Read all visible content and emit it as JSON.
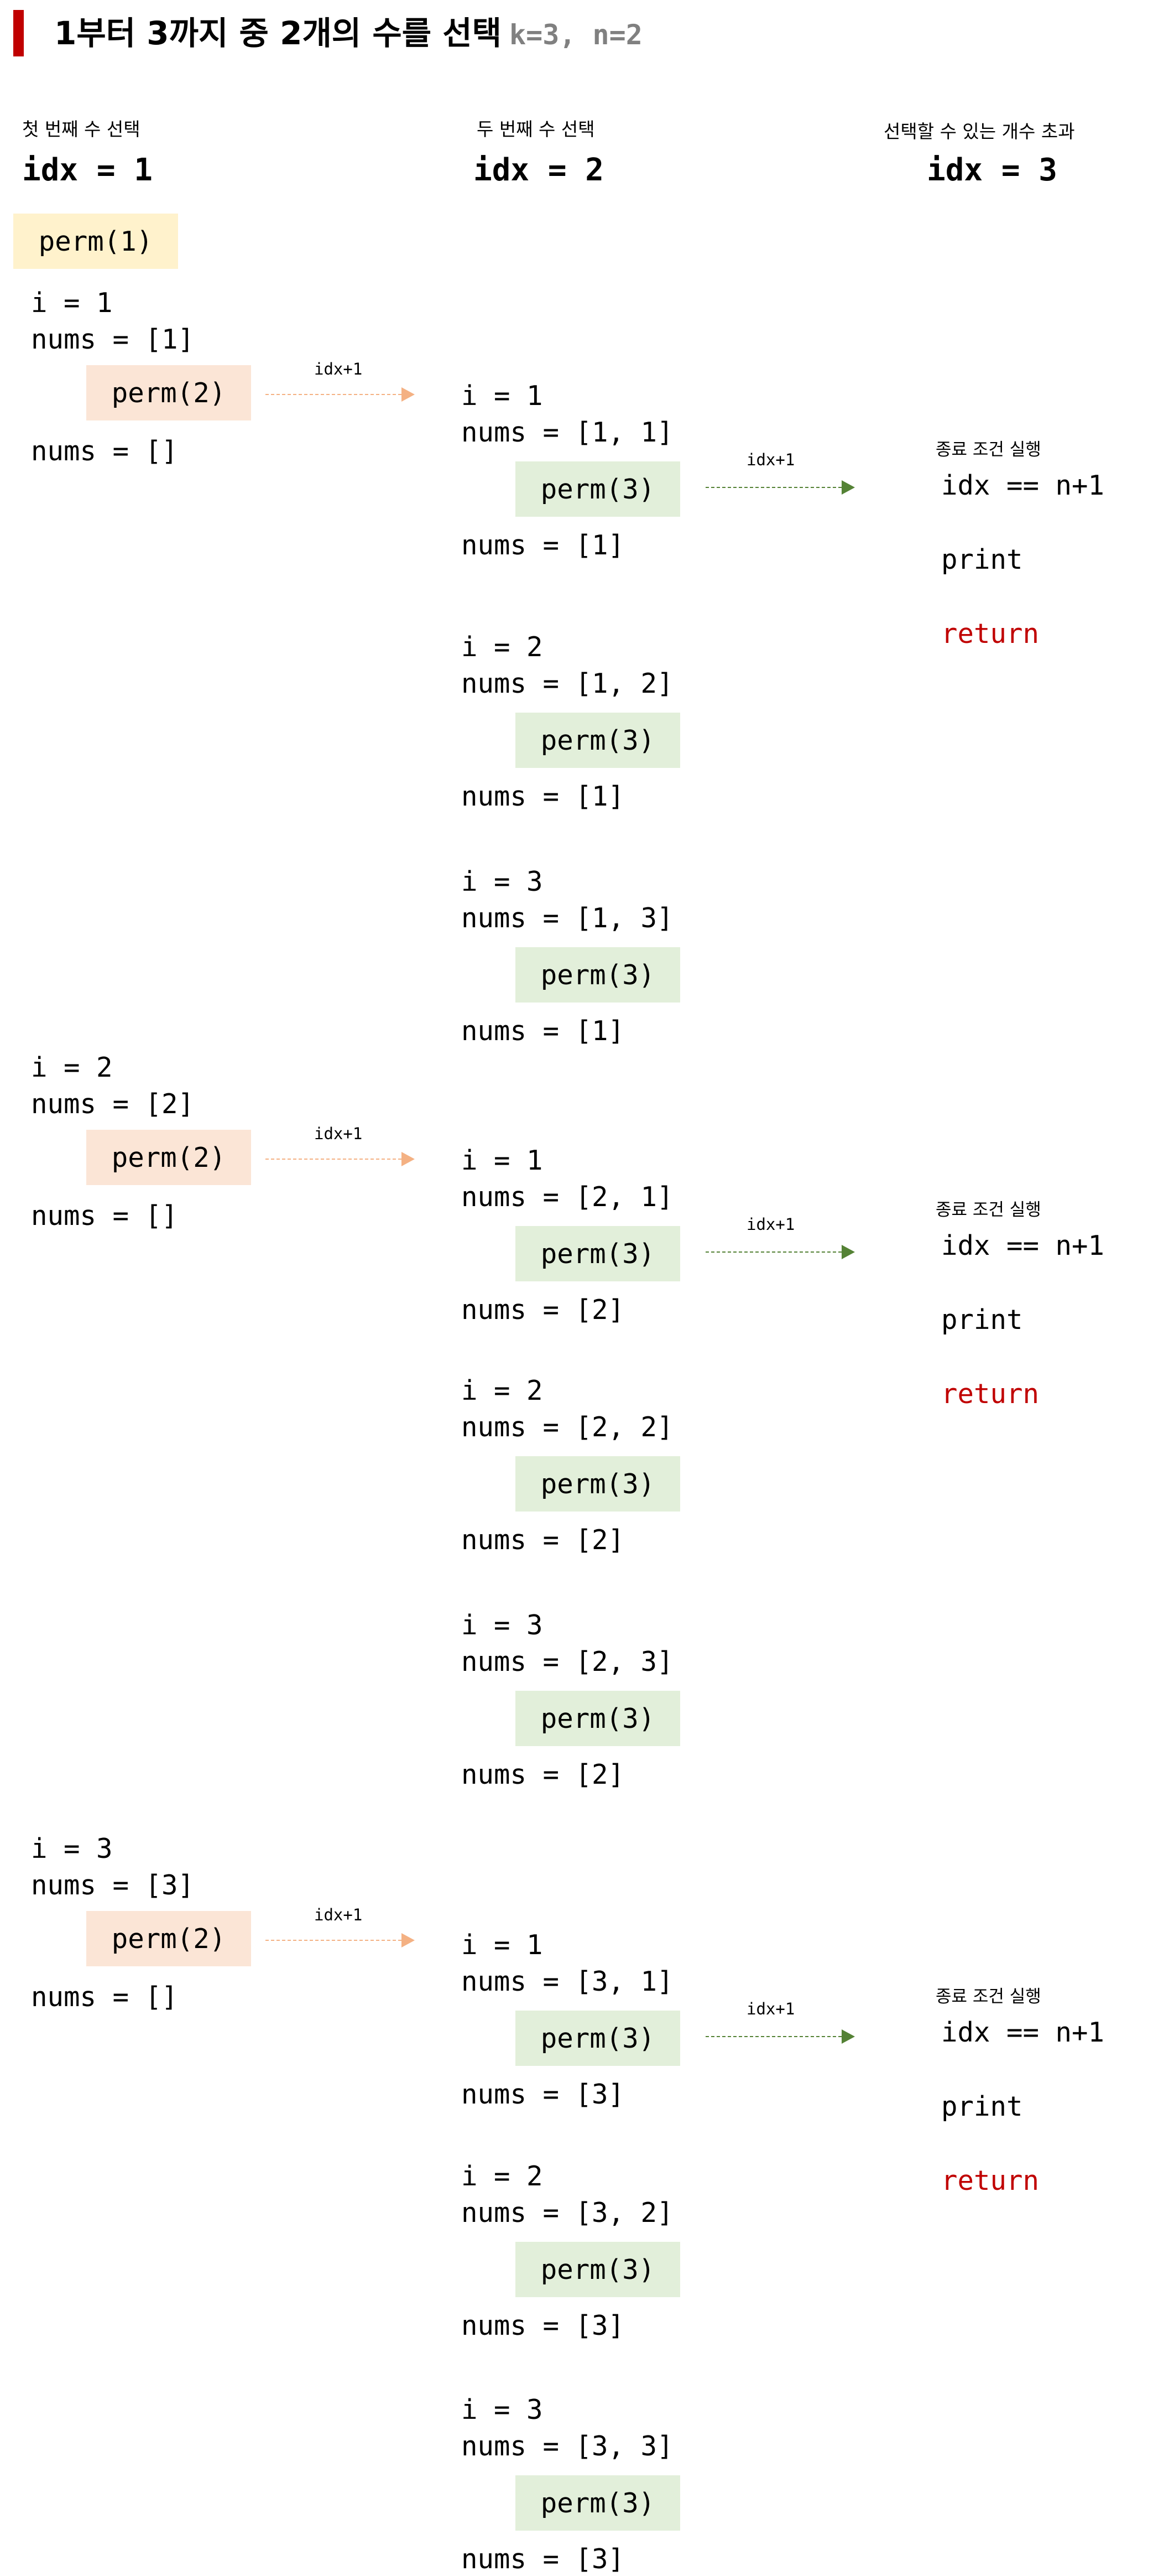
{
  "title": {
    "main": "1부터 3까지 중 2개의 수를 선택",
    "params": "k=3, n=2"
  },
  "columns": [
    {
      "caption": "첫 번째 수 선택",
      "idx": "idx = 1"
    },
    {
      "caption": "두 번째 수 선택",
      "idx": "idx = 2"
    },
    {
      "caption": "선택할 수 있는 개수 초과",
      "idx": "idx = 3"
    }
  ],
  "root_call": "perm(1)",
  "level1": [
    {
      "i": "i = 1",
      "nums_before": "nums = [1]",
      "call": "perm(2)",
      "nums_after": "nums = []"
    },
    {
      "i": "i = 2",
      "nums_before": "nums = [2]",
      "call": "perm(2)",
      "nums_after": "nums = []"
    },
    {
      "i": "i = 3",
      "nums_before": "nums = [3]",
      "call": "perm(2)",
      "nums_after": "nums = []"
    }
  ],
  "arrow_label": "idx+1",
  "level2": [
    {
      "i": "i = 1",
      "nums_before": "nums = [1, 1]",
      "call": "perm(3)",
      "nums_after": "nums = [1]"
    },
    {
      "i": "i = 2",
      "nums_before": "nums = [1, 2]",
      "call": "perm(3)",
      "nums_after": "nums = [1]"
    },
    {
      "i": "i = 3",
      "nums_before": "nums = [1, 3]",
      "call": "perm(3)",
      "nums_after": "nums = [1]"
    },
    {
      "i": "i = 1",
      "nums_before": "nums = [2, 1]",
      "call": "perm(3)",
      "nums_after": "nums = [2]"
    },
    {
      "i": "i = 2",
      "nums_before": "nums = [2, 2]",
      "call": "perm(3)",
      "nums_after": "nums = [2]"
    },
    {
      "i": "i = 3",
      "nums_before": "nums = [2, 3]",
      "call": "perm(3)",
      "nums_after": "nums = [2]"
    },
    {
      "i": "i = 1",
      "nums_before": "nums = [3, 1]",
      "call": "perm(3)",
      "nums_after": "nums = [3]"
    },
    {
      "i": "i = 2",
      "nums_before": "nums = [3, 2]",
      "call": "perm(3)",
      "nums_after": "nums = [3]"
    },
    {
      "i": "i = 3",
      "nums_before": "nums = [3, 3]",
      "call": "perm(3)",
      "nums_after": "nums = [3]"
    }
  ],
  "terminal": [
    {
      "caption": "종료 조건 실행",
      "cond": "idx == n+1",
      "print": "print",
      "ret": "return"
    },
    {
      "caption": "종료 조건 실행",
      "cond": "idx == n+1",
      "print": "print",
      "ret": "return"
    },
    {
      "caption": "종료 조건 실행",
      "cond": "idx == n+1",
      "print": "print",
      "ret": "return"
    }
  ],
  "colors": {
    "accent_bar": "#c00000",
    "return_text": "#c00000",
    "params_text": "#808080",
    "root_box": "#fff2cc",
    "level1_box": "#fbe5d6",
    "level2_box": "#e2efda",
    "arrow_level1": "#f4b183",
    "arrow_level2": "#548235"
  }
}
